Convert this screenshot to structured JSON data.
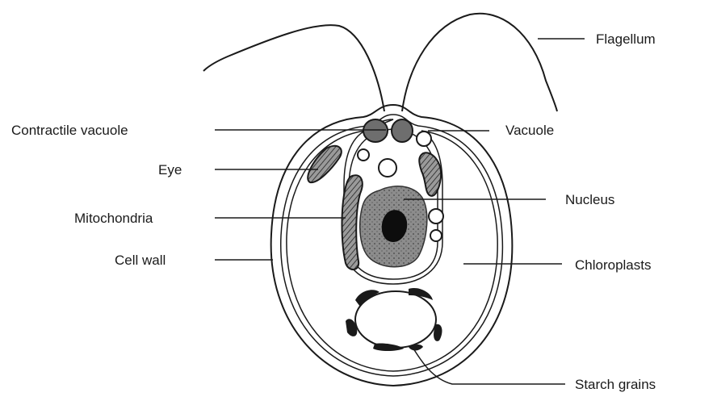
{
  "diagram": {
    "labels": {
      "flagellum": "Flagellum",
      "contractile_vacuole": "Contractile vacuole",
      "vacuole": "Vacuole",
      "eye": "Eye",
      "nucleus": "Nucleus",
      "mitochondria": "Mitochondria",
      "cell_wall": "Cell wall",
      "chloroplasts": "Chloroplasts",
      "starch_grains": "Starch grains"
    }
  }
}
